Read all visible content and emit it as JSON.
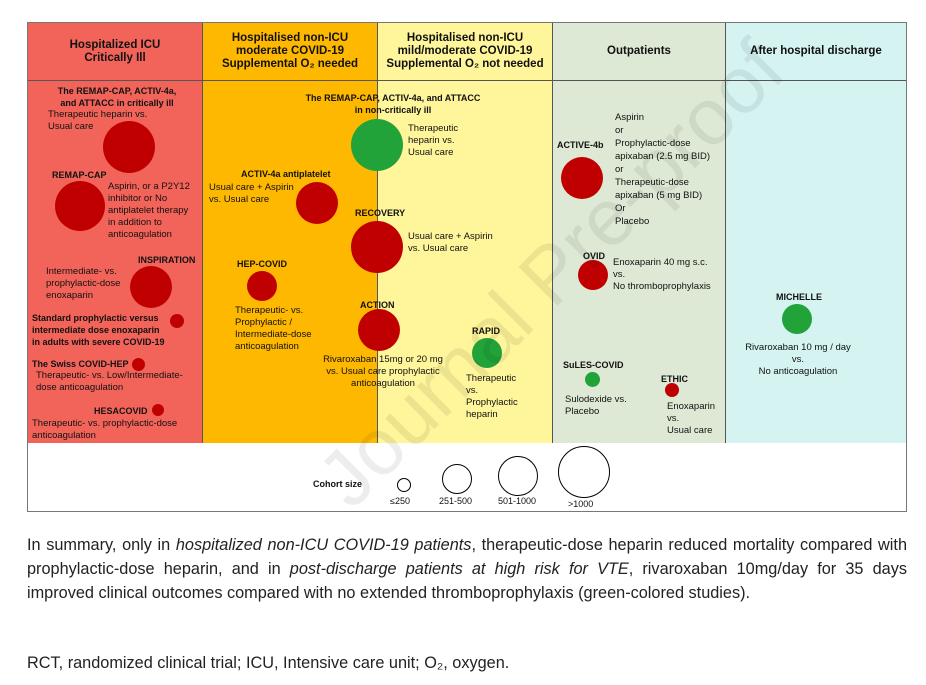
{
  "columns": [
    {
      "header": "Hospitalized ICU\nCritically Ill",
      "bg": "#f2645a"
    },
    {
      "header": "Hospitalised non-ICU\nmoderate COVID-19\nSupplemental O₂ needed",
      "bg": "#ffb800"
    },
    {
      "header": "Hospitalised non-ICU\nmild/moderate COVID-19\nSupplemental O₂ not needed",
      "bg": "#fff59a"
    },
    {
      "header": "Outpatients",
      "bg": "#dde9d4"
    },
    {
      "header": "After hospital discharge",
      "bg": "#d4f3f1"
    }
  ],
  "studies": {
    "remap_activ_attacc_ci": {
      "title": "The REMAP-CAP, ACTIV-4a,\nand ATTACC in critically ill",
      "desc": "Therapeutic heparin vs.\nUsual care"
    },
    "remap_cap": {
      "title": "REMAP-CAP",
      "desc": "Aspirin, or a P2Y12\ninhibitor or No\nantiplatelet therapy\nin addition to\nanticoagulation"
    },
    "inspiration": {
      "title": "INSPIRATION",
      "desc": "Intermediate- vs.\nprophylactic-dose\nenoxaparin"
    },
    "standard_prophylactic": {
      "title": "Standard prophylactic versus\nintermediate dose enoxaparin\nin adults with severe COVID-19"
    },
    "swiss_covid_hep": {
      "title": "The Swiss COVID-HEP",
      "desc": "Therapeutic- vs. Low/Intermediate-\ndose anticoagulation"
    },
    "hesacovid": {
      "title": "HESACOVID",
      "desc": "Therapeutic- vs. prophylactic-dose\nanticoagulation"
    },
    "remap_activ_attacc_nci": {
      "title": "The REMAP-CAP, ACTIV-4a, and ATTACC\nin non-critically ill",
      "desc": "Therapeutic\nheparin vs.\nUsual care"
    },
    "activ4a_antiplatelet": {
      "title": "ACTIV-4a antiplatelet",
      "desc": "Usual care + Aspirin\nvs. Usual care"
    },
    "recovery": {
      "title": "RECOVERY",
      "desc": "Usual care + Aspirin\nvs. Usual care"
    },
    "hep_covid": {
      "title": "HEP-COVID",
      "desc": "Therapeutic- vs.\nProphylactic /\nIntermediate-dose\nanticoagulation"
    },
    "action": {
      "title": "ACTION",
      "desc": "Rivaroxaban 15mg or 20 mg\nvs. Usual care prophylactic\nanticoagulation"
    },
    "rapid": {
      "title": "RAPID",
      "desc": "Therapeutic\nvs.\nProphylactic\nheparin"
    },
    "active4b": {
      "title": "ACTIVE-4b",
      "desc": "Aspirin\nor\nProphylactic-dose\napixaban (2.5 mg BID)\nor\nTherapeutic-dose\napixaban (5 mg BID)\nOr\nPlacebo"
    },
    "ovid": {
      "title": "OVID",
      "desc": "Enoxaparin 40 mg s.c.\nvs.\nNo thromboprophylaxis"
    },
    "sules_covid": {
      "title": "SuLES-COVID",
      "desc": "Sulodexide vs.\nPlacebo"
    },
    "ethic": {
      "title": "ETHIC",
      "desc": "Enoxaparin\nvs.\nUsual care"
    },
    "michelle": {
      "title": "MICHELLE",
      "desc": "Rivaroxaban 10 mg / day\nvs.\nNo anticoagulation"
    }
  },
  "legend": {
    "title": "Cohort size",
    "sizes": [
      "≤250",
      "251-500",
      "501-1000",
      ">1000"
    ]
  },
  "colors": {
    "negative": "#c00000",
    "positive": "#21a33a"
  },
  "caption": {
    "p1_a": "In summary, only in ",
    "p1_b": "hospitalized non-ICU COVID-19 patients",
    "p1_c": ", therapeutic-dose heparin reduced mortality compared with prophylactic-dose heparin, and in ",
    "p1_d": "post-discharge patients at high risk for VTE",
    "p1_e": ", rivaroxaban 10mg/day for 35 days improved clinical outcomes compared with no extended thromboprophylaxis (green-colored studies).",
    "p2": "RCT, randomized clinical trial; ICU, Intensive care unit; O₂, oxygen."
  },
  "watermark": "Journal Pre-proof"
}
